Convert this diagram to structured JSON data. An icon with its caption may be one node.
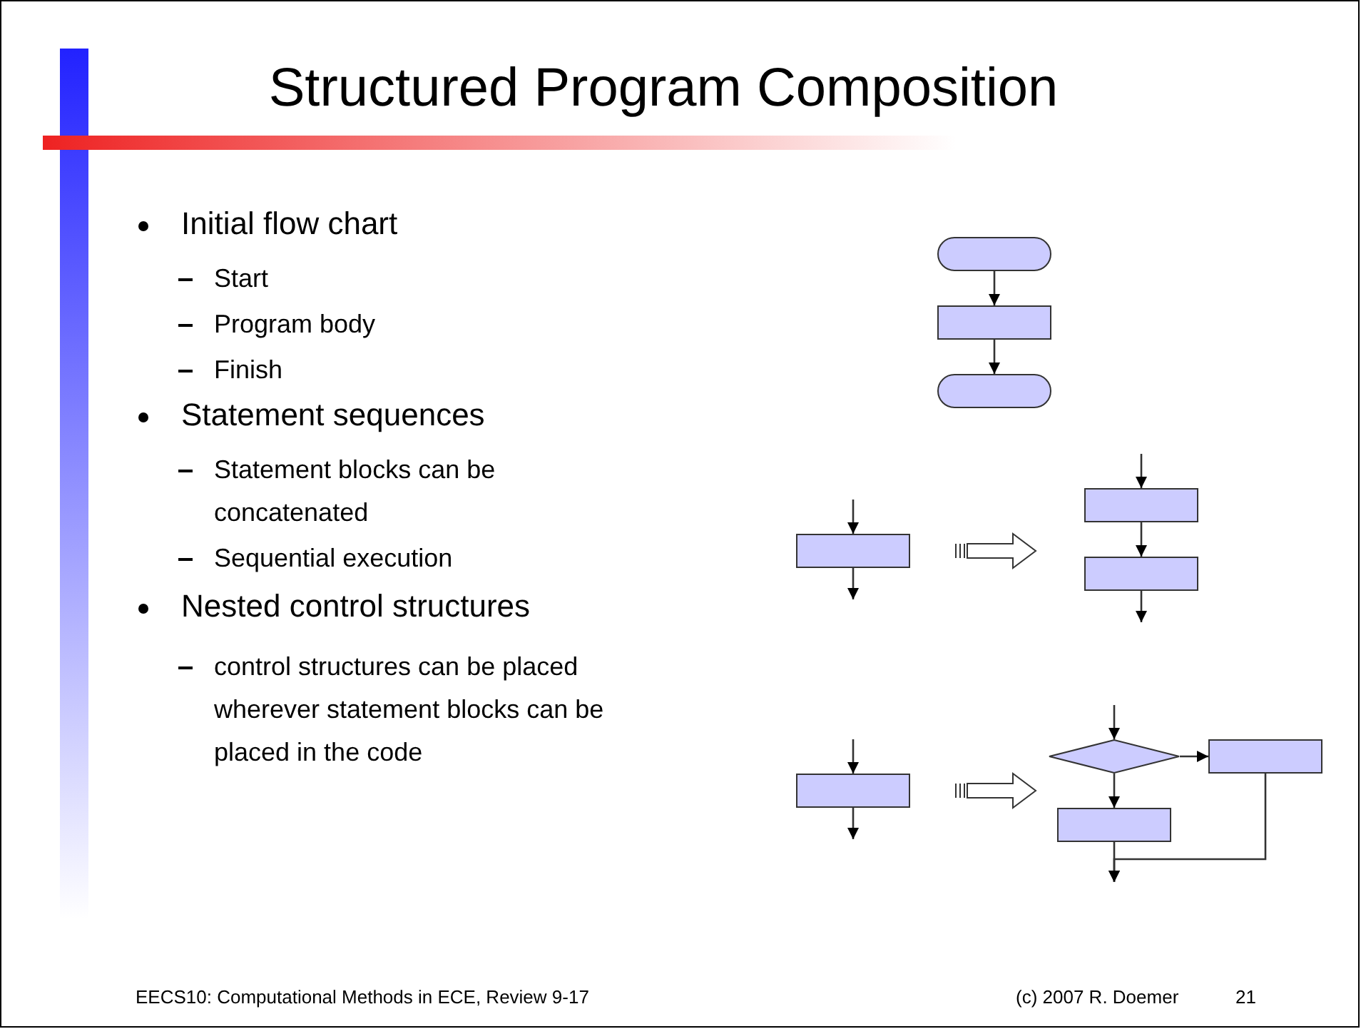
{
  "diagram": {
    "title": "Structured Program Composition",
    "nodes": [
      {
        "text": [],
        "shape": "stadium"
      },
      {
        "text": [],
        "shape": "box"
      },
      {
        "text": [],
        "shape": "stadium"
      },
      {
        "text": [],
        "shape": "box"
      },
      {
        "text": [],
        "shape": "box"
      },
      {
        "text": [],
        "shape": "box"
      },
      {
        "text": [],
        "shape": "box"
      },
      {
        "text": [],
        "shape": "diamond"
      },
      {
        "text": [],
        "shape": "box"
      },
      {
        "text": [],
        "shape": "box"
      }
    ],
    "edges": [
      {
        "from": 0,
        "to": 1,
        "arrow": "to"
      },
      {
        "from": 1,
        "to": 2,
        "arrow": "to"
      },
      {
        "from": null,
        "to": 3,
        "arrow": "to"
      },
      {
        "from": 3,
        "to": null,
        "arrow": "to"
      },
      {
        "from": null,
        "to": 4,
        "arrow": "to"
      },
      {
        "from": 4,
        "to": 5,
        "arrow": "to"
      },
      {
        "from": 5,
        "to": null,
        "arrow": "to"
      },
      {
        "from": null,
        "to": 6,
        "arrow": "to"
      },
      {
        "from": 6,
        "to": null,
        "arrow": "to"
      },
      {
        "from": null,
        "to": 7,
        "arrow": "to"
      },
      {
        "from": 7,
        "to": 8,
        "arrow": "to"
      },
      {
        "from": 7,
        "to": 9,
        "arrow": "to"
      },
      {
        "from": 9,
        "to": null,
        "arrow": "to"
      },
      {
        "from": 8,
        "to": null,
        "arrow": "to"
      }
    ],
    "labels": [
      "Initial flow chart",
      "Start",
      "Program body",
      "Finish",
      "Statement sequences",
      "Statement blocks can be concatenated",
      "Sequential execution",
      "Nested control structures",
      "control structures can be placed wherever statement blocks can be placed in the code",
      "EECS10: Computational Methods in ECE, Review 9-17",
      "(c) 2007 R. Doemer",
      "21"
    ]
  }
}
